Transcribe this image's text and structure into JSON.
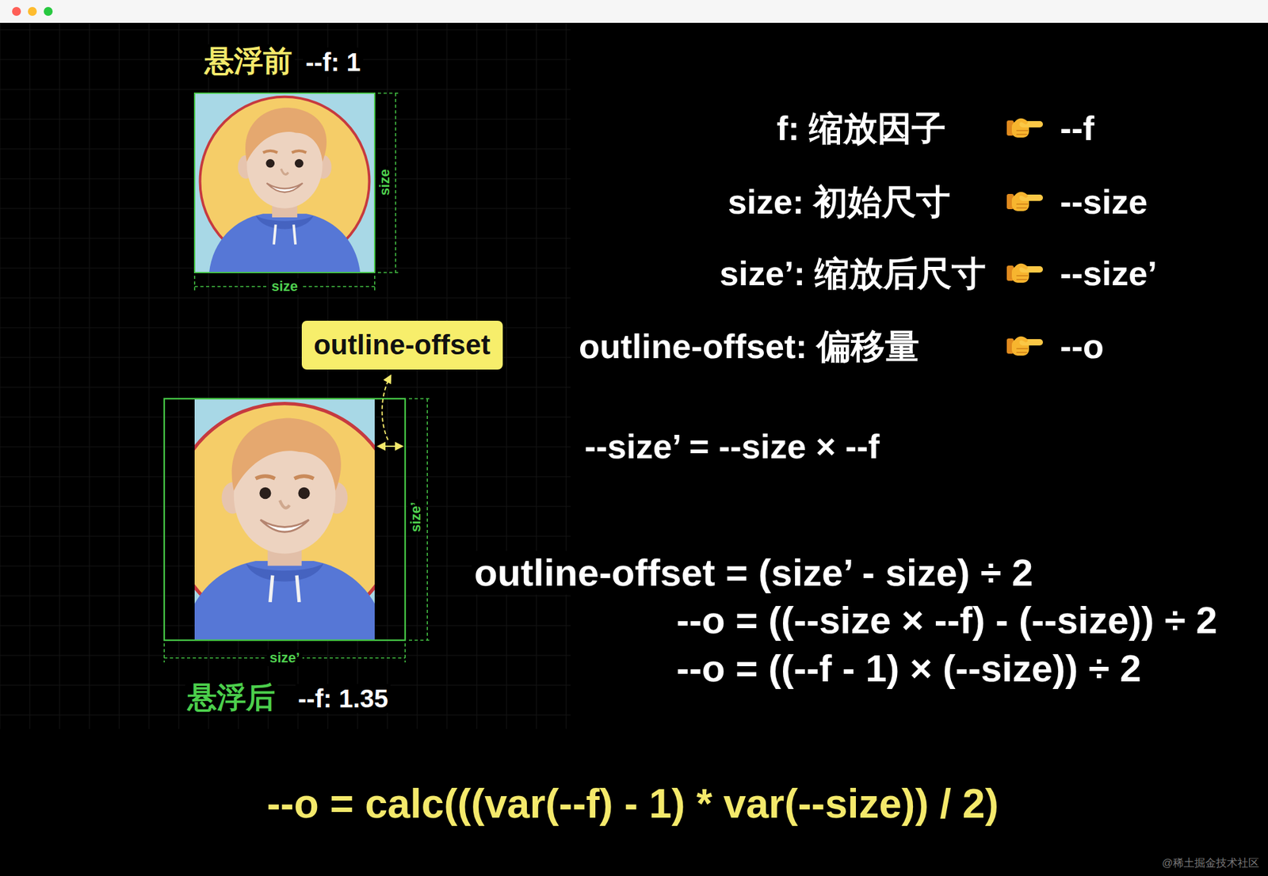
{
  "diagram": {
    "nodes": [
      {
        "text": [
          "outline-offset"
        ]
      }
    ],
    "labels": [
      "悬浮前",
      "--f: 1",
      "size",
      "size",
      "size’",
      "size’",
      "悬浮后",
      "--f: 1.35",
      "f: 缩放因子",
      "--f",
      "size: 初始尺寸",
      "--size",
      "size’: 缩放后尺寸",
      "--size’",
      "outline-offset: 偏移量",
      "--o",
      "--size’ = --size × --f",
      "outline-offset = (size’ - size) ÷ 2",
      "--o = ((--size × --f) - (--size)) ÷ 2",
      "--o = ((--f - 1) × (--size)) ÷ 2",
      "--o = calc(((var(--f) - 1) * var(--size)) / 2)",
      "@稀土掘金技术社区"
    ]
  }
}
